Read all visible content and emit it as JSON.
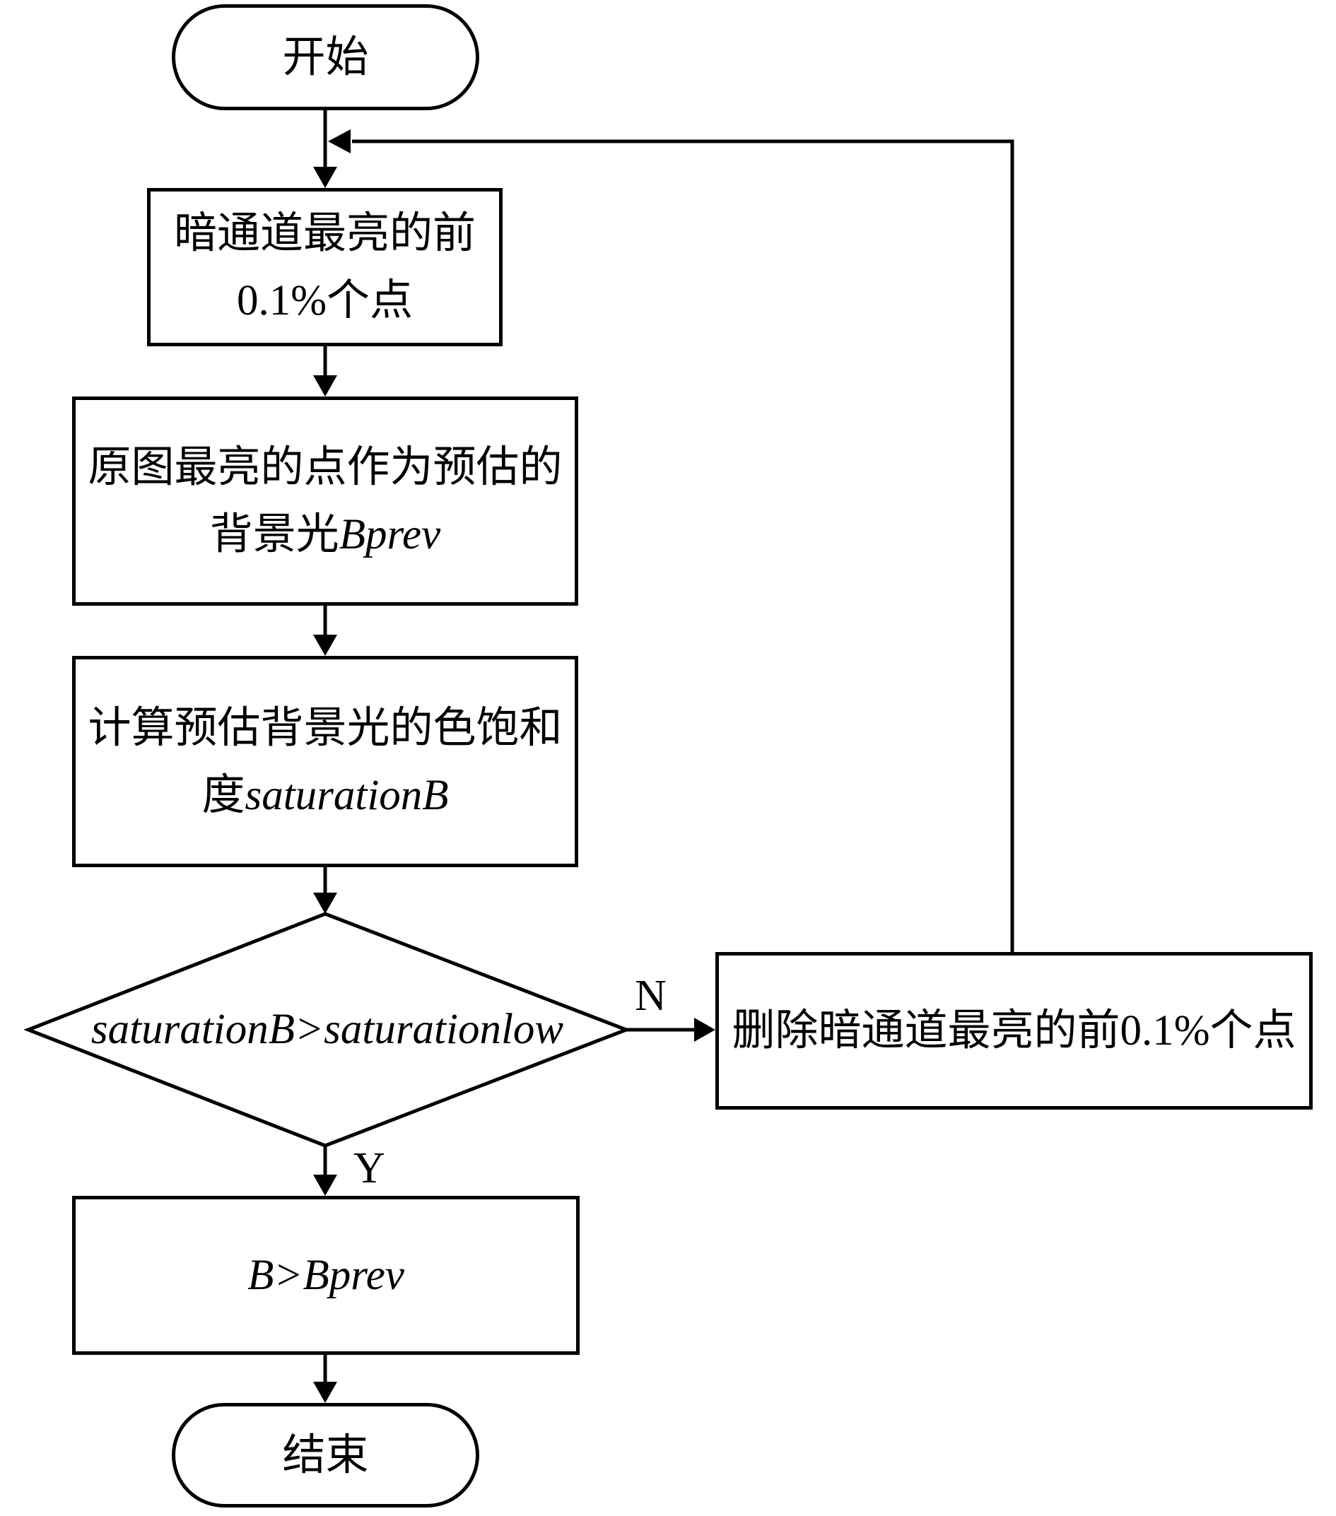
{
  "flowchart": {
    "start_label": "开始",
    "step_top_points": {
      "line1": "暗通道最亮的前",
      "line2": "0.1%个点"
    },
    "step_estimate": {
      "line1": "原图最亮的点作为预估的",
      "line2_text": "背景光",
      "line2_var": "Bprev"
    },
    "step_saturation": {
      "line1": "计算预估背景光的色饱和",
      "line2_text": "度",
      "line2_var": "saturationB"
    },
    "decision": {
      "condition": "saturationB>saturationlow"
    },
    "branch_labels": {
      "yes": "Y",
      "no": "N"
    },
    "step_update_b_label": "B>Bprev",
    "step_delete_label": "删除暗通道最亮的前0.1%个点",
    "end_label": "结束"
  },
  "colors": {
    "stroke": "#000000",
    "background": "#ffffff",
    "text": "#000000"
  }
}
